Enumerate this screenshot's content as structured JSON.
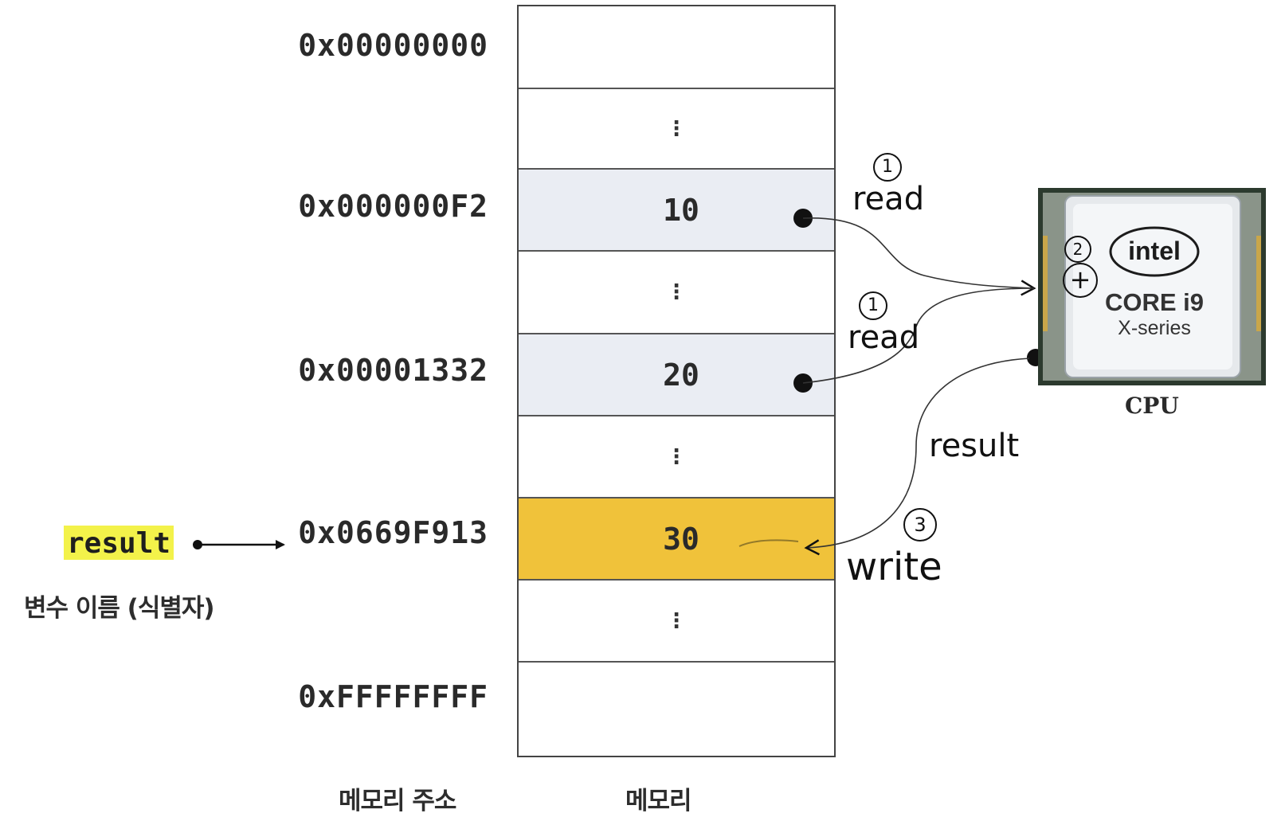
{
  "addresses": {
    "first": "0x00000000",
    "a": "0x000000F2",
    "b": "0x00001332",
    "result": "0x0669F913",
    "last": "0xFFFFFFFF"
  },
  "memory": {
    "value_a": "10",
    "value_b": "20",
    "value_result": "30",
    "ellipsis": "⋮"
  },
  "variable": {
    "name": "result",
    "caption": "변수 이름 (식별자)"
  },
  "footer": {
    "address_label": "메모리 주소",
    "memory_label": "메모리"
  },
  "cpu": {
    "label": "CPU",
    "brand": "intel",
    "model": "CORE i9",
    "series": "X-series"
  },
  "annotations": {
    "step1": "1",
    "read": "read",
    "step2": "2",
    "plus": "+",
    "result": "result",
    "step3": "3",
    "write": "write"
  },
  "colors": {
    "highlight_cell": "#eaedf3",
    "result_cell": "#f0c23a",
    "variable_highlight": "#f3f24a"
  }
}
